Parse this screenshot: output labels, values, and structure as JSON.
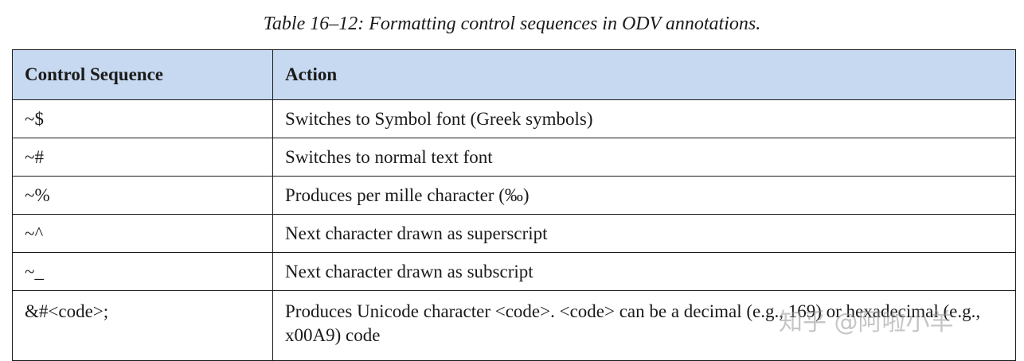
{
  "caption": "Table 16–12: Formatting control sequences in ODV annotations.",
  "table": {
    "headers": [
      "Control Sequence",
      "Action"
    ],
    "rows": [
      {
        "seq": "~$",
        "action": "Switches to Symbol font (Greek symbols)"
      },
      {
        "seq": "~#",
        "action": "Switches to normal text font"
      },
      {
        "seq": "~%",
        "action": "Produces per mille character (‰)"
      },
      {
        "seq": "~^",
        "action": "Next character drawn as superscript"
      },
      {
        "seq": "~_",
        "action": "Next character drawn as subscript"
      },
      {
        "seq": "&#<code>;",
        "action": "Produces Unicode character <code>. <code> can be a decimal (e.g., 169) or hexadecimal (e.g., x00A9) code"
      }
    ]
  },
  "watermark": "知乎 @阿啦小羊"
}
